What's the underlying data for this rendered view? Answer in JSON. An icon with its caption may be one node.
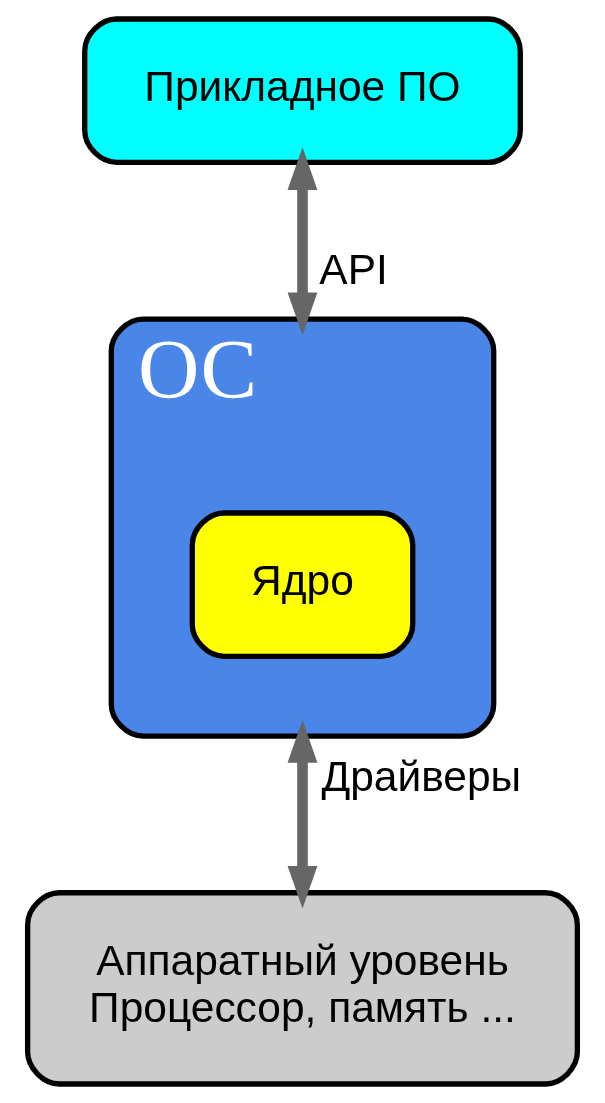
{
  "diagram": {
    "nodes": [
      {
        "text": [
          "Прикладное ПО"
        ]
      },
      {
        "text": [
          "ОС"
        ]
      },
      {
        "text": [
          "Ядро"
        ],
        "in": 1
      },
      {
        "text": [
          "Аппаратный уровень",
          "Процессор, память ..."
        ]
      }
    ],
    "edges": [
      {
        "from": 0,
        "to": 1,
        "arrow": "both",
        "label": "API"
      },
      {
        "from": 1,
        "to": 3,
        "arrow": "both",
        "label": "Драйверы"
      }
    ]
  }
}
